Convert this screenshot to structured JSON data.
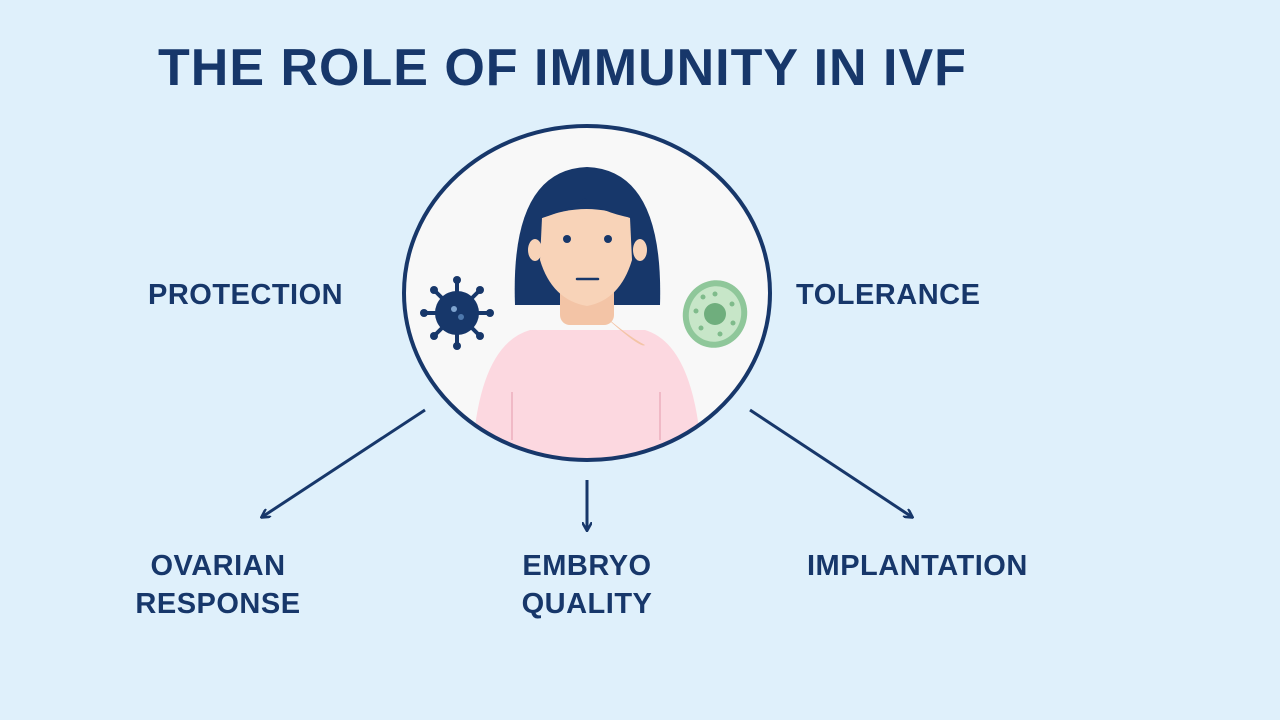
{
  "title": "THE ROLE OF IMMUNITY IN IVF",
  "labels": {
    "protection": "PROTECTION",
    "tolerance": "TOLERANCE",
    "ovarian_1": "OVARIAN",
    "ovarian_2": "RESPONSE",
    "embryo_1": "EMBRYO",
    "embryo_2": "QUALITY",
    "implantation": "IMPLANTATION"
  },
  "colors": {
    "background": "#dff0fb",
    "navy": "#17376a",
    "shirt": "#fcd8e0",
    "skin": "#f8d3b8",
    "cell": "#8fc79a"
  }
}
